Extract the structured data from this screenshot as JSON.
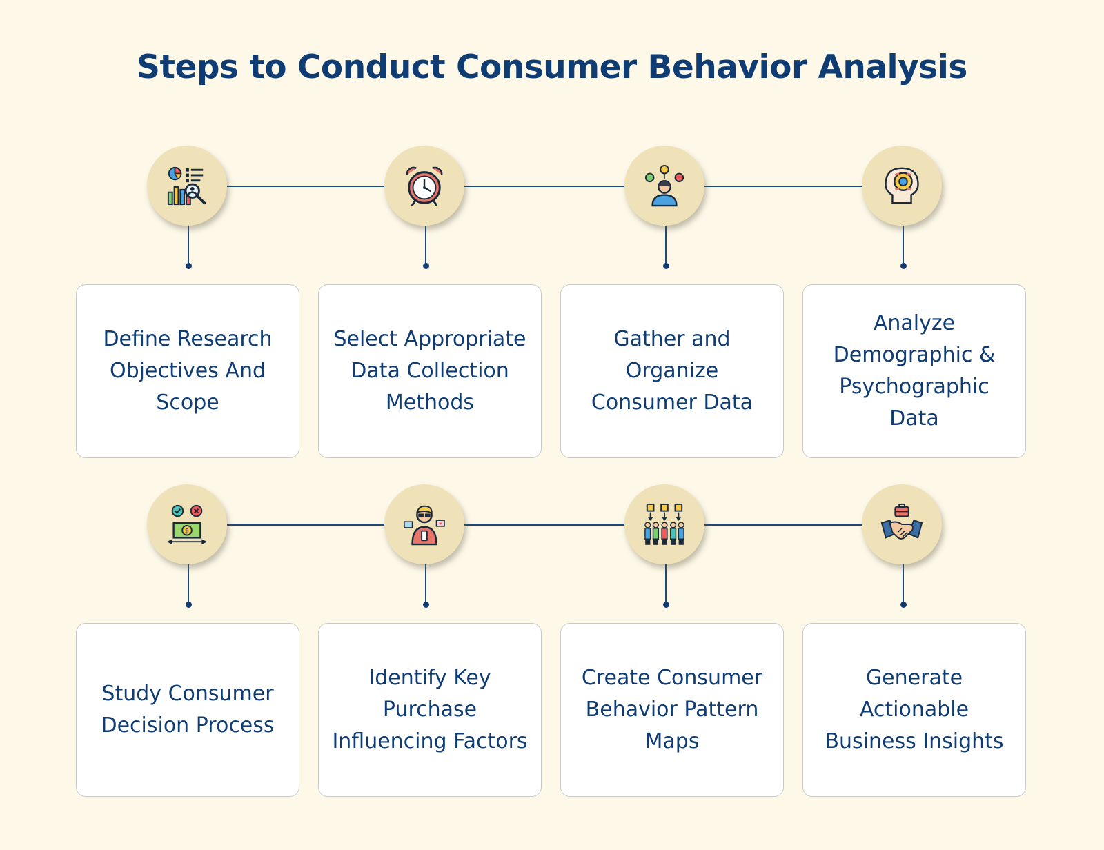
{
  "title": "Steps to Conduct Consumer Behavior Analysis",
  "colors": {
    "background": "#fdf8e8",
    "accent": "#0f3d73",
    "circle": "#f0e2b8",
    "card_border": "#c9c9c9"
  },
  "steps": [
    {
      "label": "Define Research Objectives And Scope",
      "icon": "analytics-chart-magnifier-icon"
    },
    {
      "label": "Select Appropriate Data Collection Methods",
      "icon": "alarm-clock-icon"
    },
    {
      "label": "Gather and Organize Consumer Data",
      "icon": "person-ideas-icon"
    },
    {
      "label": "Analyze Demographic & Psychographic Data",
      "icon": "head-gear-icon"
    },
    {
      "label": "Study Consumer Decision Process",
      "icon": "money-decision-icon"
    },
    {
      "label": "Identify Key Purchase Influencing Factors",
      "icon": "influencer-phone-icon"
    },
    {
      "label": "Create Consumer Behavior Pattern Maps",
      "icon": "crowd-boxes-icon"
    },
    {
      "label": "Generate Actionable Business Insights",
      "icon": "handshake-briefcase-icon"
    }
  ]
}
